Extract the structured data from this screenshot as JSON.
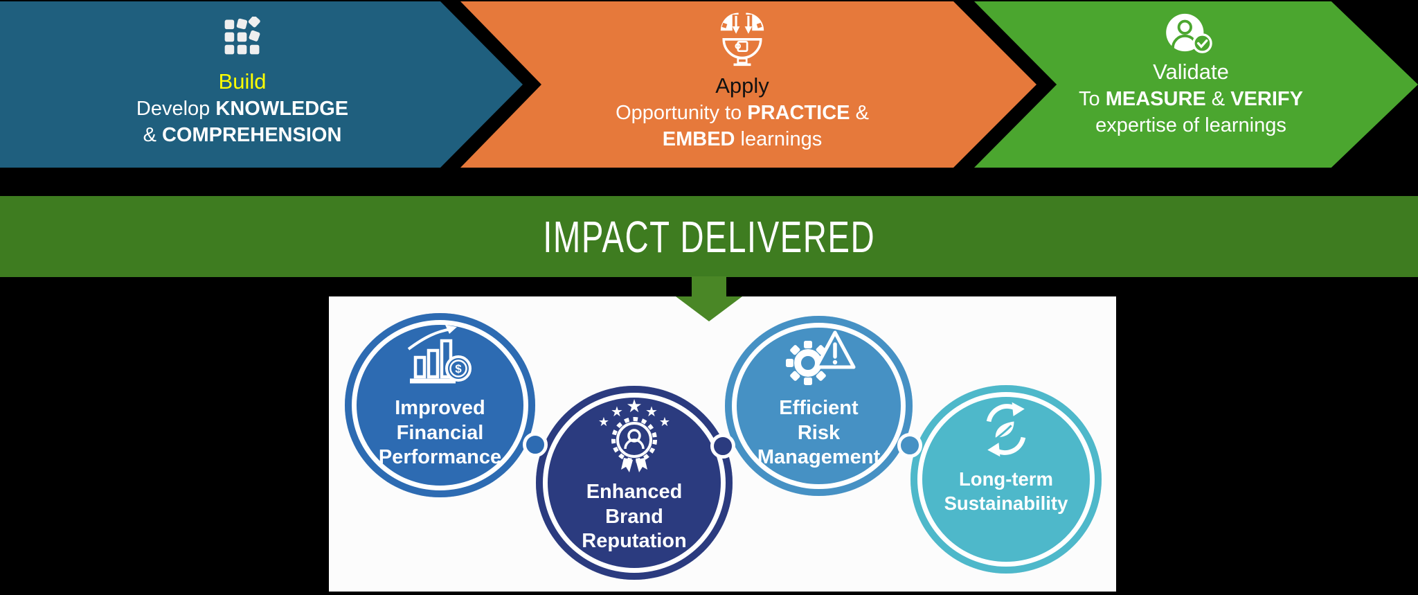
{
  "page": {
    "background": "#000000",
    "panel_background": "#FCFCFC"
  },
  "funnel": {
    "stages": [
      {
        "id": "build",
        "color": "#1F5F7E",
        "icon": "building-blocks-icon",
        "title": "Build",
        "title_color": "#FFFF00",
        "line1": [
          {
            "text": "Develop ",
            "bold": false
          },
          {
            "text": "KNOWLEDGE",
            "bold": true
          }
        ],
        "line2": [
          {
            "text": "& ",
            "bold": false
          },
          {
            "text": "COMPREHENSION",
            "bold": true
          }
        ]
      },
      {
        "id": "apply",
        "color": "#E6793B",
        "icon": "puzzle-integration-icon",
        "title": "Apply",
        "title_color": "#111111",
        "line1": [
          {
            "text": "Opportunity to ",
            "bold": false
          },
          {
            "text": "PRACTICE",
            "bold": true
          },
          {
            "text": " &",
            "bold": false
          }
        ],
        "line2": [
          {
            "text": "EMBED",
            "bold": true
          },
          {
            "text": " learnings",
            "bold": false
          }
        ]
      },
      {
        "id": "validate",
        "color": "#4BA62F",
        "icon": "person-check-icon",
        "title": "Validate",
        "title_color": "#FFFFFF",
        "line1": [
          {
            "text": "To ",
            "bold": false
          },
          {
            "text": "MEASURE",
            "bold": true
          },
          {
            "text": " & ",
            "bold": false
          },
          {
            "text": "VERIFY",
            "bold": true
          }
        ],
        "line2": [
          {
            "text": "expertise of learnings",
            "bold": false
          }
        ]
      }
    ]
  },
  "banner": {
    "label": "IMPACT DELIVERED",
    "color": "#3E7C20",
    "arrow_color": "#4A8726",
    "text_color": "#FFFFFF"
  },
  "impacts": [
    {
      "id": "financial",
      "color": "#2D6BB2",
      "icon": "growth-chart-icon",
      "lines": [
        "Improved",
        "Financial",
        "Performance"
      ]
    },
    {
      "id": "brand",
      "color": "#2B3B7F",
      "icon": "award-badge-icon",
      "lines": [
        "Enhanced",
        "Brand",
        "Reputation"
      ]
    },
    {
      "id": "risk",
      "color": "#4691C4",
      "icon": "risk-gear-icon",
      "lines": [
        "Efficient",
        "Risk",
        "Management"
      ]
    },
    {
      "id": "sustainability",
      "color": "#4EB8CA",
      "icon": "sustainability-icon",
      "lines": [
        "Long-term",
        "Sustainability"
      ]
    }
  ],
  "connectors": [
    {
      "color": "#2D6BB2"
    },
    {
      "color": "#2B3B7F"
    },
    {
      "color": "#4691C4"
    }
  ]
}
